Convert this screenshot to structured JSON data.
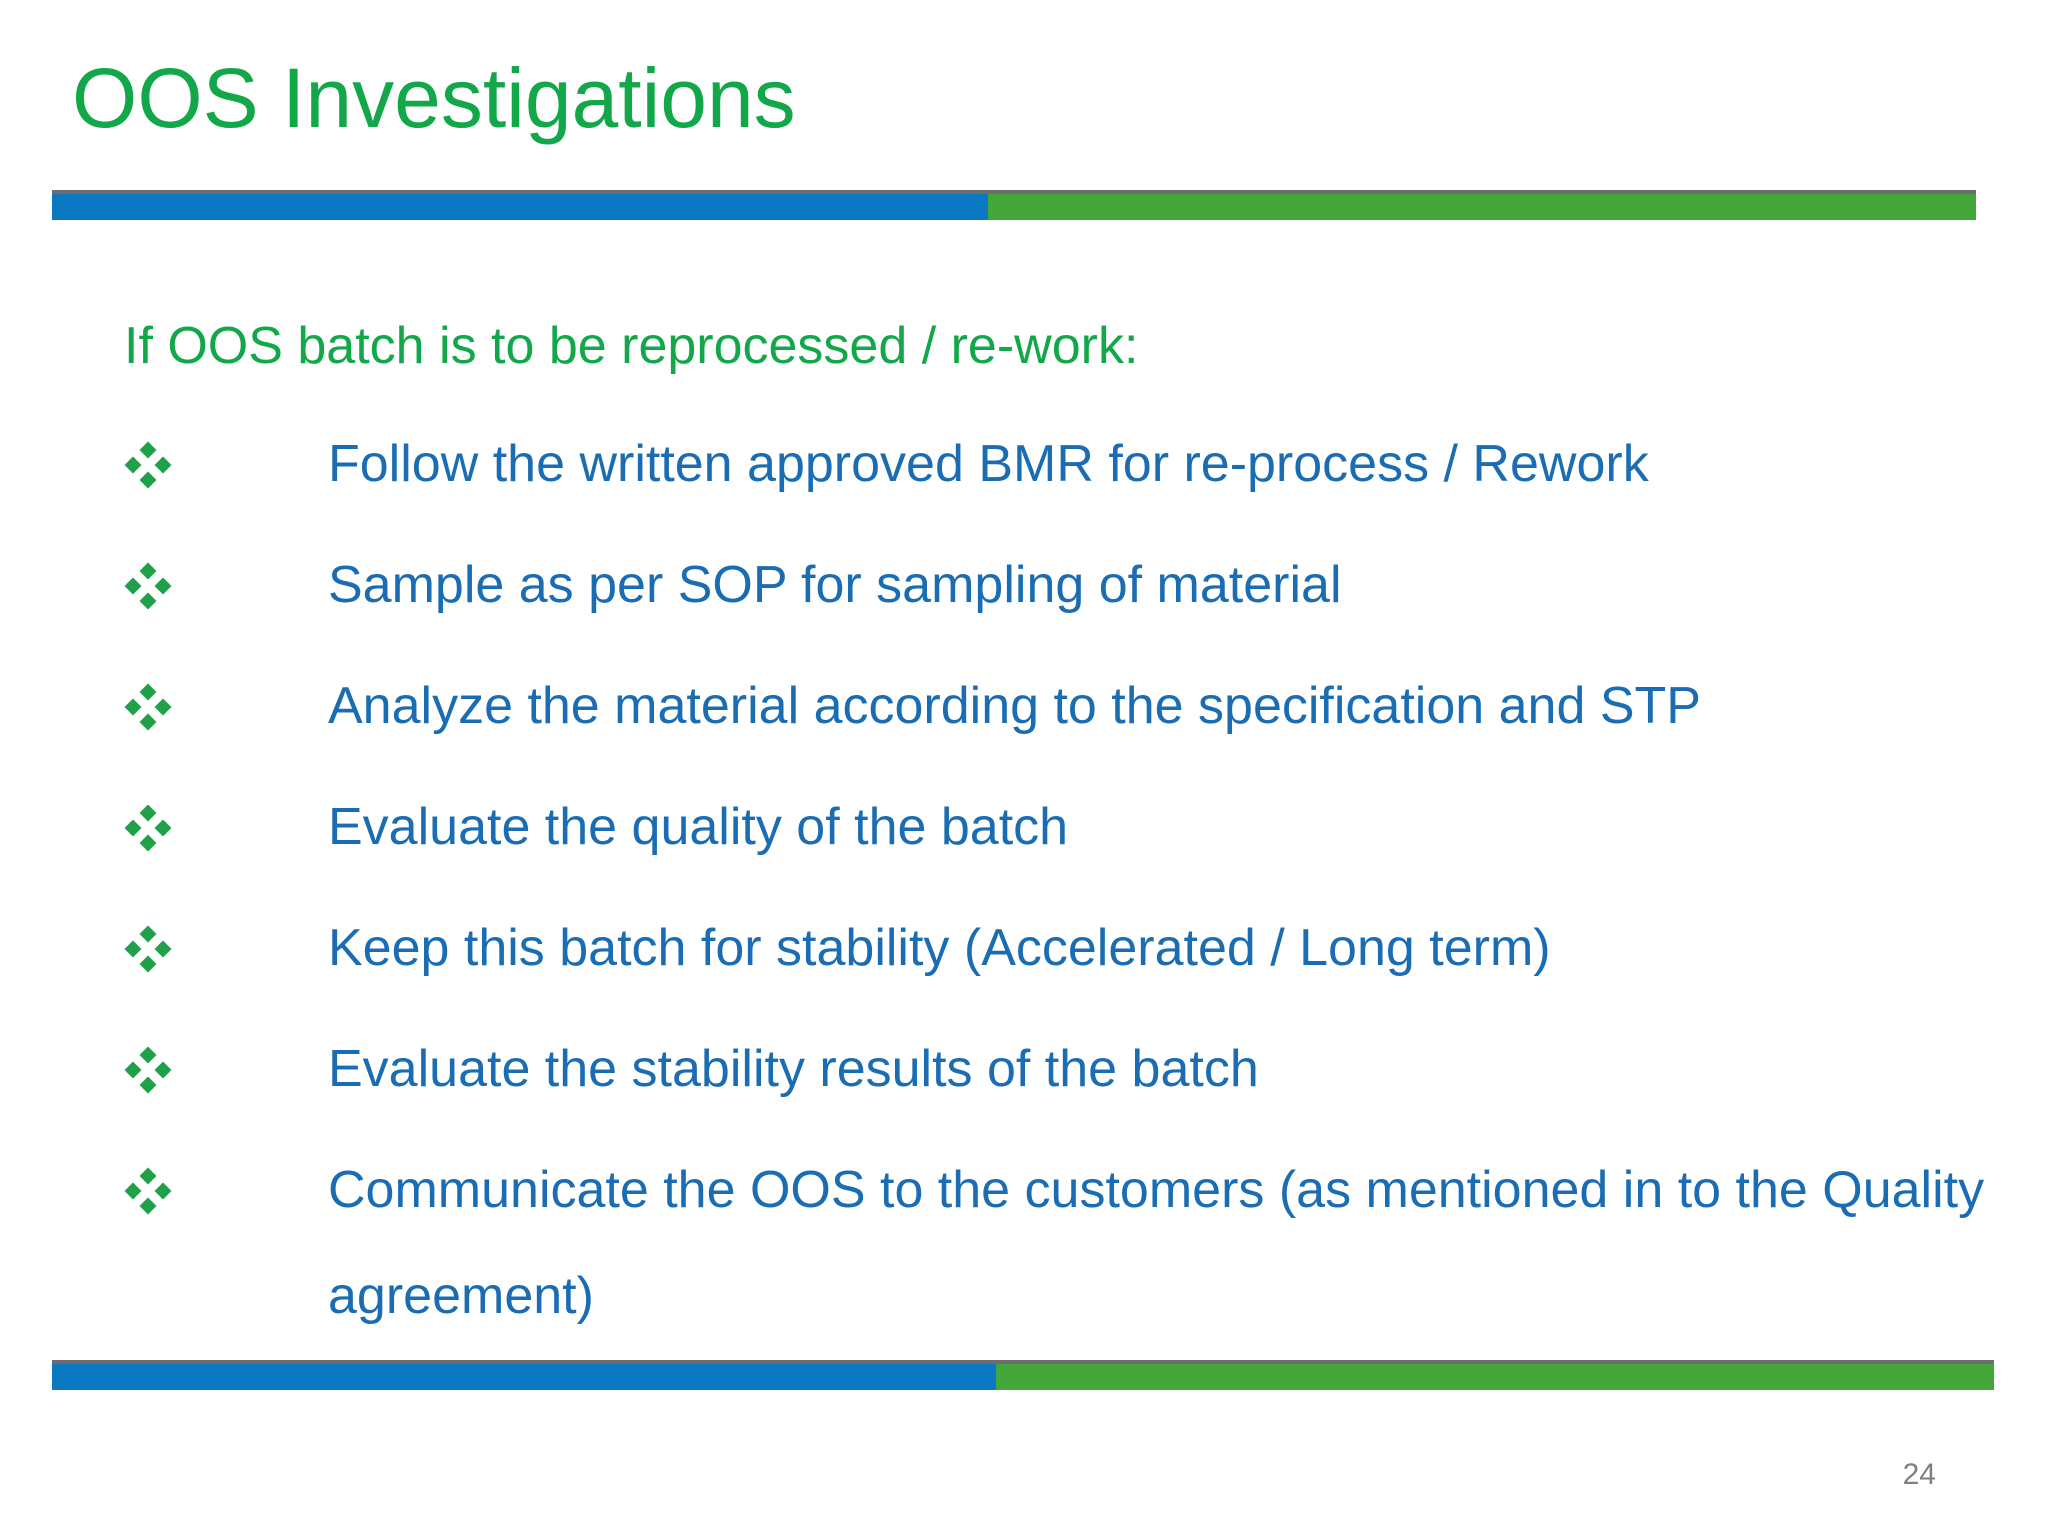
{
  "title": "OOS Investigations",
  "lead": "If OOS batch is to be reprocessed / re-work:",
  "bullets": [
    "Follow the written approved BMR for re-process / Rework",
    "Sample as per SOP for sampling of material",
    "Analyze the material according to the specification and STP",
    "Evaluate the quality of the batch",
    "Keep this batch for stability (Accelerated / Long term)",
    "Evaluate the  stability results of the batch",
    "Communicate the OOS to the customers (as mentioned in to the Quality agreement)"
  ],
  "page_number": "24",
  "colors": {
    "title_green": "#12a84a",
    "body_blue": "#1a6db3",
    "rule_blue": "#0a78c2",
    "rule_green": "#43a73a",
    "rule_line": "#6d6d6d",
    "bullet_green": "#21a04a"
  },
  "bullet_icon": "four-diamond-bullet-icon"
}
